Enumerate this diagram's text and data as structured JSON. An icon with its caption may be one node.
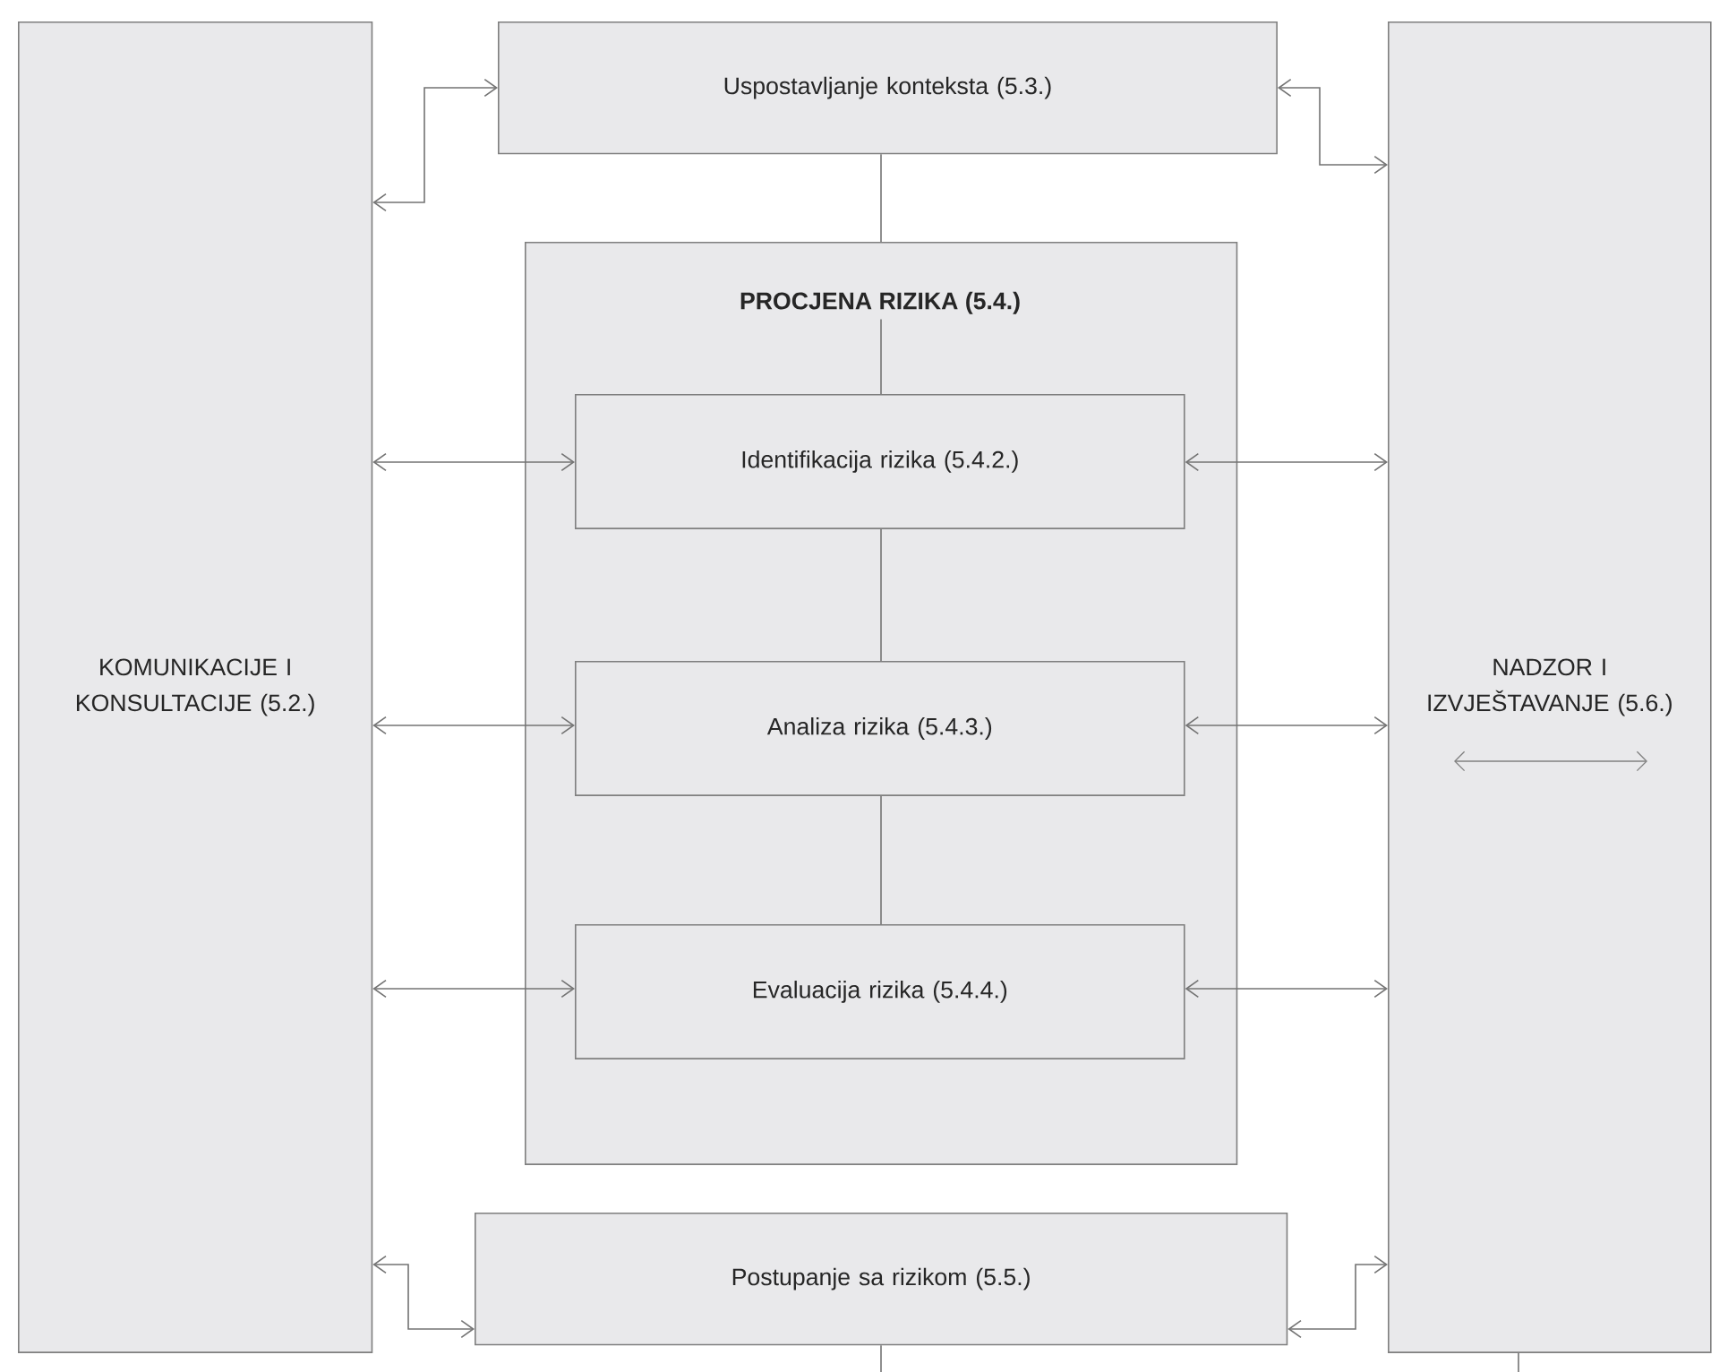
{
  "diagram": {
    "nodes": [
      {
        "text": [
          "Uspostavljanje konteksta (5.3.)"
        ]
      },
      {
        "text": [
          "KOMUNIKACIJE I KONSULTACIJE (5.2.)"
        ]
      },
      {
        "text": [
          "PROCJENA RIZIKA (5.4.)"
        ]
      },
      {
        "text": [
          "Identifikacija rizika (5.4.2.)"
        ],
        "in": 2
      },
      {
        "text": [
          "Analiza rizika (5.4.3.)"
        ],
        "in": 2
      },
      {
        "text": [
          "Evaluacija rizika (5.4.4.)"
        ],
        "in": 2
      },
      {
        "text": [
          "Postupanje sa rizikom (5.5.)"
        ]
      },
      {
        "text": [
          "NADZOR I IZVJEŠTAVANJE (5.6.)"
        ]
      }
    ],
    "edges": [
      {
        "from": 1,
        "to": 0,
        "arrow": "both"
      },
      {
        "from": 0,
        "to": 7,
        "arrow": "both"
      },
      {
        "from": 0,
        "to": 2,
        "arrow": "none"
      },
      {
        "from": 2,
        "to": 3,
        "arrow": "none"
      },
      {
        "from": 3,
        "to": 4,
        "arrow": "none"
      },
      {
        "from": 4,
        "to": 5,
        "arrow": "none"
      },
      {
        "from": 1,
        "to": 3,
        "arrow": "both"
      },
      {
        "from": 3,
        "to": 7,
        "arrow": "both"
      },
      {
        "from": 1,
        "to": 4,
        "arrow": "both"
      },
      {
        "from": 4,
        "to": 7,
        "arrow": "both"
      },
      {
        "from": 1,
        "to": 5,
        "arrow": "both"
      },
      {
        "from": 5,
        "to": 7,
        "arrow": "both"
      },
      {
        "from": 1,
        "to": 6,
        "arrow": "both"
      },
      {
        "from": 6,
        "to": 7,
        "arrow": "both"
      },
      {
        "from": 6,
        "to": null,
        "arrow": "none"
      },
      {
        "from": 7,
        "to": null,
        "arrow": "none"
      }
    ]
  }
}
